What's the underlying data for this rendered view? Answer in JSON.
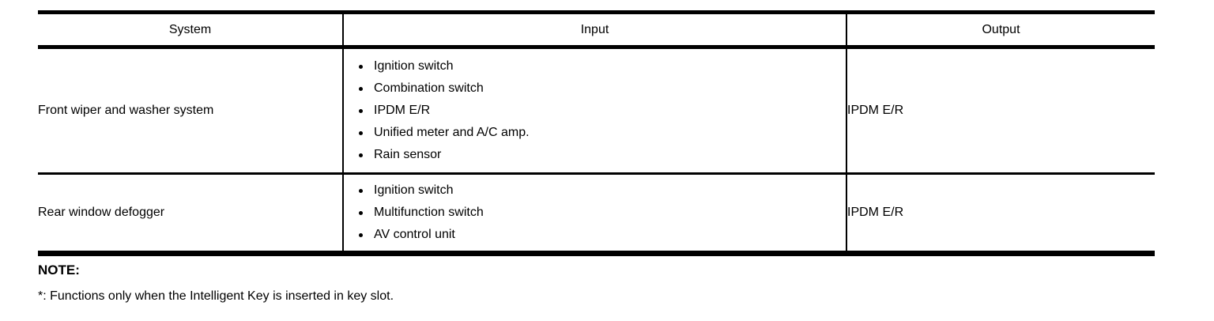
{
  "colors": {
    "background": "#ffffff",
    "text": "#000000",
    "border": "#000000"
  },
  "table": {
    "headers": {
      "system": "System",
      "input": "Input",
      "output": "Output"
    },
    "rows": [
      {
        "system": "Front wiper and washer system",
        "input_items": [
          "Ignition switch",
          "Combination switch",
          "IPDM E/R",
          "Unified meter and A/C amp.",
          "Rain sensor"
        ],
        "output": "IPDM E/R"
      },
      {
        "system": "Rear window defogger",
        "input_items": [
          "Ignition switch",
          "Multifunction switch",
          "AV control unit"
        ],
        "output": "IPDM E/R"
      }
    ]
  },
  "note": {
    "label": "NOTE:",
    "text": "*: Functions only when the Intelligent Key is inserted in key slot."
  }
}
